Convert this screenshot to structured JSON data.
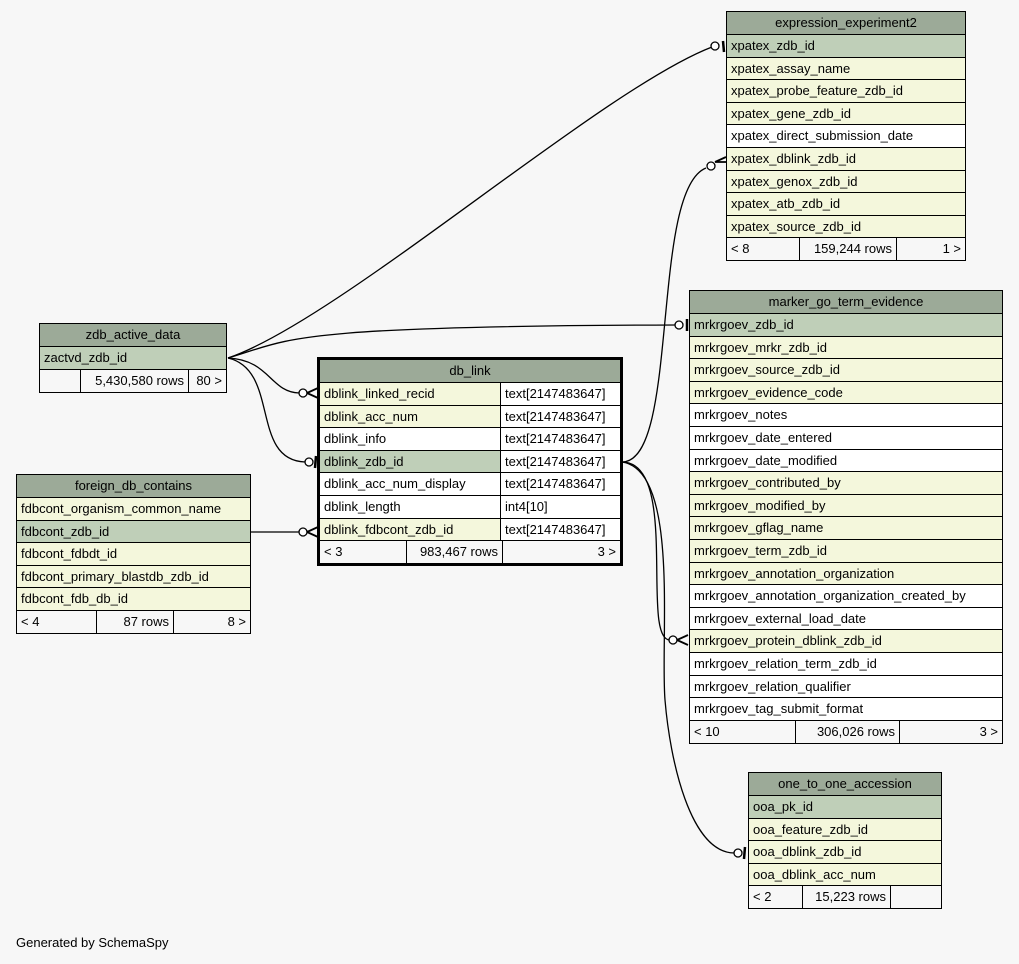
{
  "footer": "Generated by SchemaSpy",
  "colors": {
    "background": "#f7f7f7",
    "header": "#9caa98",
    "primary_key": "#bfcfb8",
    "foreign_key": "#f4f7dc",
    "plain": "#ffffff",
    "edge": "#000000"
  },
  "tables": {
    "expression_experiment2": {
      "title": "expression_experiment2",
      "columns": [
        {
          "name": "xpatex_zdb_id",
          "kind": "pk"
        },
        {
          "name": "xpatex_assay_name",
          "kind": "fk"
        },
        {
          "name": "xpatex_probe_feature_zdb_id",
          "kind": "fk"
        },
        {
          "name": "xpatex_gene_zdb_id",
          "kind": "fk"
        },
        {
          "name": "xpatex_direct_submission_date",
          "kind": "plain"
        },
        {
          "name": "xpatex_dblink_zdb_id",
          "kind": "fk"
        },
        {
          "name": "xpatex_genox_zdb_id",
          "kind": "fk"
        },
        {
          "name": "xpatex_atb_zdb_id",
          "kind": "fk"
        },
        {
          "name": "xpatex_source_zdb_id",
          "kind": "fk"
        }
      ],
      "footer": {
        "parents": "< 8",
        "rows": "159,244 rows",
        "children": "1 >"
      }
    },
    "zdb_active_data": {
      "title": "zdb_active_data",
      "columns": [
        {
          "name": "zactvd_zdb_id",
          "kind": "pk"
        }
      ],
      "footer": {
        "parents": "",
        "rows": "5,430,580 rows",
        "children": "80 >"
      }
    },
    "db_link": {
      "title": "db_link",
      "columns": [
        {
          "name": "dblink_linked_recid",
          "type": "text[2147483647]",
          "kind": "fk"
        },
        {
          "name": "dblink_acc_num",
          "type": "text[2147483647]",
          "kind": "fk"
        },
        {
          "name": "dblink_info",
          "type": "text[2147483647]",
          "kind": "plain"
        },
        {
          "name": "dblink_zdb_id",
          "type": "text[2147483647]",
          "kind": "pk"
        },
        {
          "name": "dblink_acc_num_display",
          "type": "text[2147483647]",
          "kind": "plain"
        },
        {
          "name": "dblink_length",
          "type": "int4[10]",
          "kind": "plain"
        },
        {
          "name": "dblink_fdbcont_zdb_id",
          "type": "text[2147483647]",
          "kind": "fk"
        }
      ],
      "footer": {
        "parents": "< 3",
        "rows": "983,467 rows",
        "children": "3 >"
      }
    },
    "foreign_db_contains": {
      "title": "foreign_db_contains",
      "columns": [
        {
          "name": "fdbcont_organism_common_name",
          "kind": "fk"
        },
        {
          "name": "fdbcont_zdb_id",
          "kind": "pk"
        },
        {
          "name": "fdbcont_fdbdt_id",
          "kind": "fk"
        },
        {
          "name": "fdbcont_primary_blastdb_zdb_id",
          "kind": "fk"
        },
        {
          "name": "fdbcont_fdb_db_id",
          "kind": "fk"
        }
      ],
      "footer": {
        "parents": "< 4",
        "rows": "87 rows",
        "children": "8 >"
      }
    },
    "marker_go_term_evidence": {
      "title": "marker_go_term_evidence",
      "columns": [
        {
          "name": "mrkrgoev_zdb_id",
          "kind": "pk"
        },
        {
          "name": "mrkrgoev_mrkr_zdb_id",
          "kind": "fk"
        },
        {
          "name": "mrkrgoev_source_zdb_id",
          "kind": "fk"
        },
        {
          "name": "mrkrgoev_evidence_code",
          "kind": "fk"
        },
        {
          "name": "mrkrgoev_notes",
          "kind": "plain"
        },
        {
          "name": "mrkrgoev_date_entered",
          "kind": "plain"
        },
        {
          "name": "mrkrgoev_date_modified",
          "kind": "plain"
        },
        {
          "name": "mrkrgoev_contributed_by",
          "kind": "fk"
        },
        {
          "name": "mrkrgoev_modified_by",
          "kind": "fk"
        },
        {
          "name": "mrkrgoev_gflag_name",
          "kind": "fk"
        },
        {
          "name": "mrkrgoev_term_zdb_id",
          "kind": "fk"
        },
        {
          "name": "mrkrgoev_annotation_organization",
          "kind": "fk"
        },
        {
          "name": "mrkrgoev_annotation_organization_created_by",
          "kind": "plain"
        },
        {
          "name": "mrkrgoev_external_load_date",
          "kind": "plain"
        },
        {
          "name": "mrkrgoev_protein_dblink_zdb_id",
          "kind": "fk"
        },
        {
          "name": "mrkrgoev_relation_term_zdb_id",
          "kind": "plain"
        },
        {
          "name": "mrkrgoev_relation_qualifier",
          "kind": "plain"
        },
        {
          "name": "mrkrgoev_tag_submit_format",
          "kind": "plain"
        }
      ],
      "footer": {
        "parents": "< 10",
        "rows": "306,026 rows",
        "children": "3 >"
      }
    },
    "one_to_one_accession": {
      "title": "one_to_one_accession",
      "columns": [
        {
          "name": "ooa_pk_id",
          "kind": "pk"
        },
        {
          "name": "ooa_feature_zdb_id",
          "kind": "fk"
        },
        {
          "name": "ooa_dblink_zdb_id",
          "kind": "fk"
        },
        {
          "name": "ooa_dblink_acc_num",
          "kind": "fk"
        }
      ],
      "footer": {
        "parents": "< 2",
        "rows": "15,223 rows",
        "children": ""
      }
    }
  },
  "relationships": [
    {
      "from": "zdb_active_data.zactvd_zdb_id",
      "to": "expression_experiment2.xpatex_zdb_id",
      "cardinality": "zero-or-one"
    },
    {
      "from": "zdb_active_data.zactvd_zdb_id",
      "to": "marker_go_term_evidence.mrkrgoev_zdb_id",
      "cardinality": "zero-or-one"
    },
    {
      "from": "zdb_active_data.zactvd_zdb_id",
      "to": "db_link.dblink_linked_recid",
      "cardinality": "zero-or-many"
    },
    {
      "from": "zdb_active_data.zactvd_zdb_id",
      "to": "db_link.dblink_zdb_id",
      "cardinality": "zero-or-one"
    },
    {
      "from": "foreign_db_contains.fdbcont_zdb_id",
      "to": "db_link.dblink_fdbcont_zdb_id",
      "cardinality": "zero-or-many"
    },
    {
      "from": "db_link.dblink_zdb_id",
      "to": "expression_experiment2.xpatex_dblink_zdb_id",
      "cardinality": "zero-or-many"
    },
    {
      "from": "db_link.dblink_zdb_id",
      "to": "marker_go_term_evidence.mrkrgoev_protein_dblink_zdb_id",
      "cardinality": "zero-or-many"
    },
    {
      "from": "db_link.dblink_zdb_id",
      "to": "one_to_one_accession.ooa_dblink_zdb_id",
      "cardinality": "zero-or-one"
    }
  ]
}
